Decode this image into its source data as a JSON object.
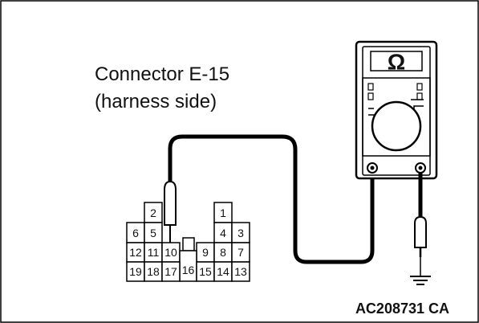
{
  "connector": {
    "title_line1": "Connector E-15",
    "title_line2": "(harness side)",
    "pins": [
      "1",
      "2",
      "3",
      "4",
      "5",
      "6",
      "7",
      "8",
      "9",
      "10",
      "11",
      "12",
      "13",
      "14",
      "15",
      "16",
      "17",
      "18",
      "19"
    ]
  },
  "meter": {
    "symbol": "Ω",
    "mode": "resistance"
  },
  "ground_symbol": "ground-icon",
  "figure_code": "AC208731 CA"
}
